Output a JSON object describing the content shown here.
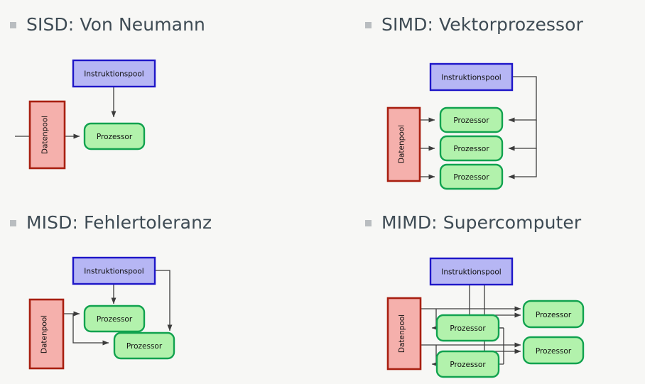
{
  "slide": {
    "background_color": "#f7f7f5",
    "bullet_color": "#b9bdc0",
    "heading_color": "#3e4b54"
  },
  "palette": {
    "instruction_fill": "#b6b6f4",
    "instruction_stroke": "#1e16c8",
    "data_fill": "#f5b0ac",
    "data_stroke": "#a81f10",
    "processor_fill": "#b2f2ac",
    "processor_stroke": "#11a24f",
    "arrow_color": "#3c3c3c"
  },
  "labels": {
    "instruction_pool": "Instruktionspool",
    "data_pool": "Datenpool",
    "processor": "Prozessor"
  },
  "quadrants": [
    {
      "id": "sisd",
      "heading": "SISD: Von Neumann",
      "instruction_pools": 1,
      "data_pools": 1,
      "processors": 1
    },
    {
      "id": "simd",
      "heading": "SIMD: Vektorprozessor",
      "instruction_pools": 1,
      "data_pools": 1,
      "processors": 3
    },
    {
      "id": "misd",
      "heading": "MISD: Fehlertoleranz",
      "instruction_pools": 1,
      "data_pools": 1,
      "processors": 2
    },
    {
      "id": "mimd",
      "heading": "MIMD: Supercomputer",
      "instruction_pools": 1,
      "data_pools": 1,
      "processors": 4
    }
  ]
}
